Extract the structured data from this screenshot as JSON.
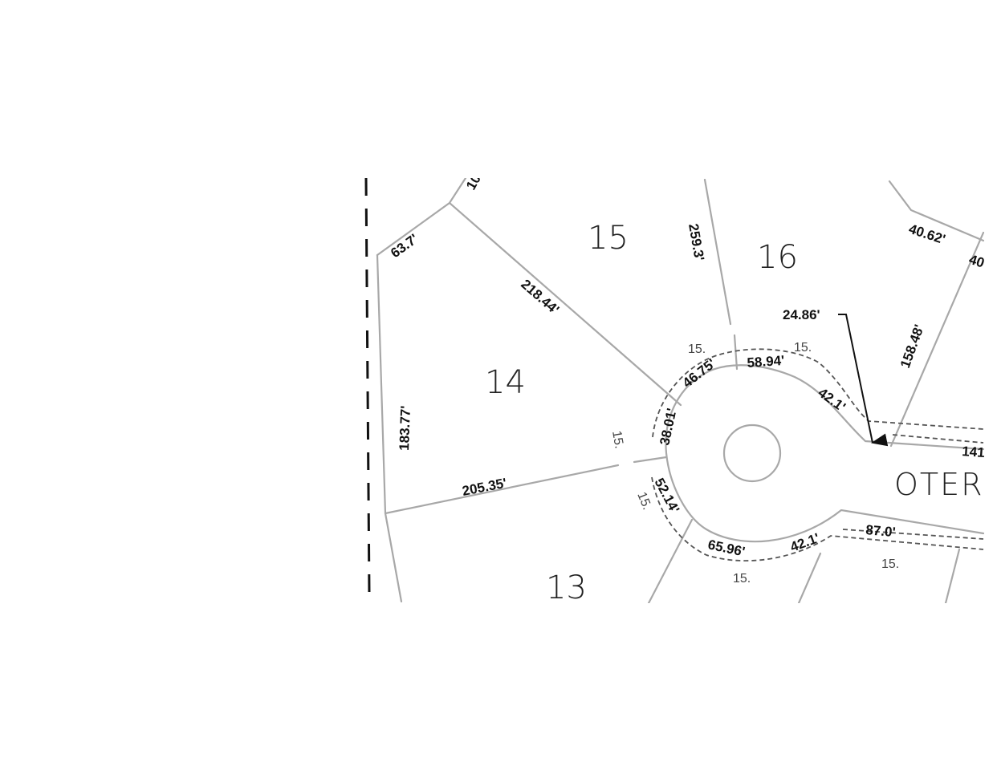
{
  "map": {
    "street_name": "OTER",
    "lots": {
      "lot_13": "13",
      "lot_14": "14",
      "lot_15": "15",
      "lot_16": "16"
    },
    "dimensions": {
      "d_63_7": "63.7'",
      "d_218_44": "218.44'",
      "d_259_3": "259.3'",
      "d_183_77": "183.77'",
      "d_205_35": "205.35'",
      "d_38_01": "38.01'",
      "d_46_75": "46.75'",
      "d_58_94": "58.94'",
      "d_42_1_top": "42.1'",
      "d_24_86": "24.86'",
      "d_158_48": "158.48'",
      "d_40_62": "40.62'",
      "d_40_cut": "40",
      "d_52_14": "52.14'",
      "d_65_96": "65.96'",
      "d_42_1_bottom": "42.1'",
      "d_87_0": "87.0'",
      "d_141_cut": "141",
      "d_top_cut": "10"
    },
    "easements": {
      "e1": "15.",
      "e2": "15.",
      "e3": "15.",
      "e4": "15.",
      "e5": "15.",
      "e6": "15."
    }
  }
}
